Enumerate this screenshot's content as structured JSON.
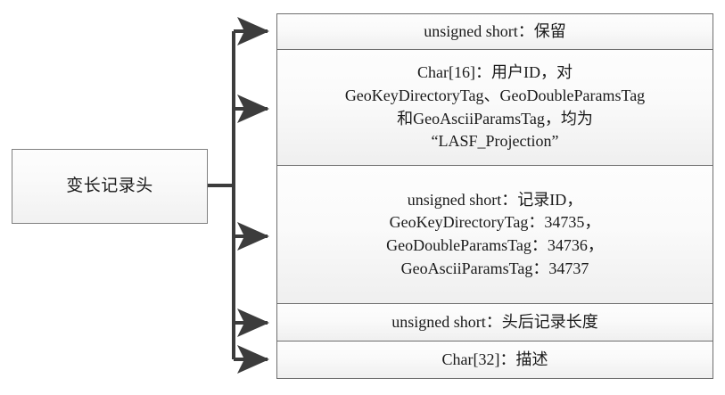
{
  "diagram": {
    "type": "structure-breakdown",
    "source": {
      "label": "变长记录头"
    },
    "fields": [
      {
        "name": "reserved",
        "text": "unsigned short：保留"
      },
      {
        "name": "user-id",
        "text": "Char[16]：用户ID，对\nGeoKeyDirectoryTag、GeoDoubleParamsTag\n和GeoAsciiParamsTag，均为\n“LASF_Projection”"
      },
      {
        "name": "record-id",
        "text": "unsigned short：记录ID，\nGeoKeyDirectoryTag：34735，\nGeoDoubleParamsTag：34736，\nGeoAsciiParamsTag：34737"
      },
      {
        "name": "record-length-after-header",
        "text": "unsigned short：头后记录长度"
      },
      {
        "name": "description",
        "text": "Char[32]：描述"
      }
    ],
    "colors": {
      "box_border": "#808080",
      "row_border": "#6e6e6e",
      "connector": "#3c3c3c",
      "box_fill_top": "#fdfdfd",
      "box_fill_bottom": "#f0f0f0",
      "text": "#1a1a1a",
      "background": "#ffffff"
    }
  }
}
